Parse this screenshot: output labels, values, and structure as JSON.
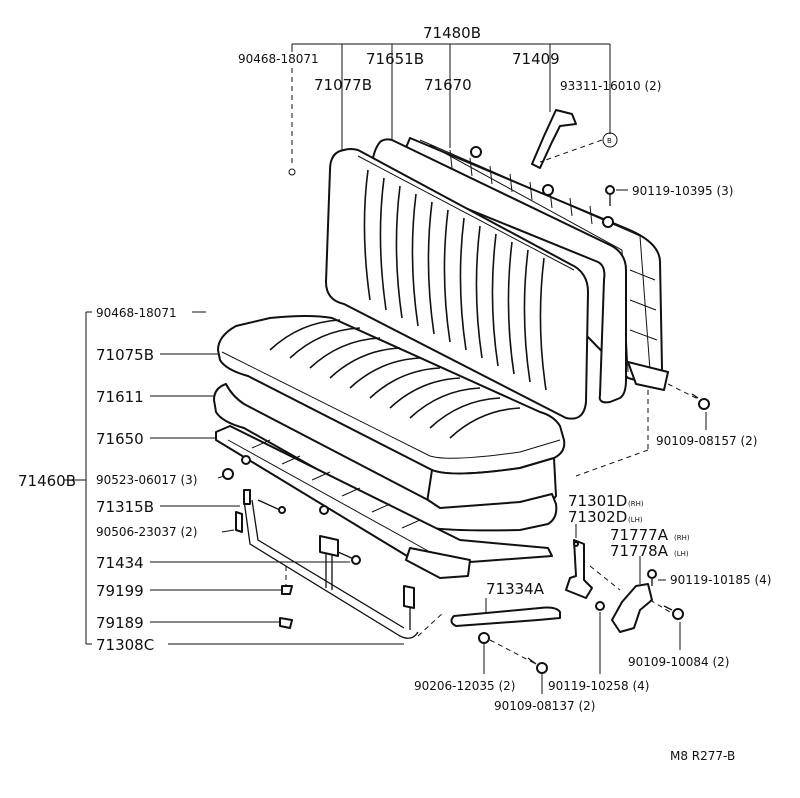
{
  "diagram": {
    "assembly_labels": {
      "backrest_assy": "71480B",
      "cushion_assy": "71460B"
    },
    "labels": {
      "p90468_top": "90468-18071",
      "p71651B": "71651B",
      "p71409": "71409",
      "p71077B": "71077B",
      "p71670": "71670",
      "p93311": "93311-16010 (2)",
      "ref_b": "B",
      "p90119_10395": "90119-10395 (3)",
      "p90468_left": "90468-18071",
      "p71075B": "71075B",
      "p71611": "71611",
      "p71650": "71650",
      "p90523": "90523-06017 (3)",
      "p71315B": "71315B",
      "p90506": "90506-23037 (2)",
      "p71434": "71434",
      "p79199": "79199",
      "p79189": "79189",
      "p71308C": "71308C",
      "p90109_08157": "90109-08157 (2)",
      "p71301D": "71301D",
      "p71301D_side": "(RH)",
      "p71302D": "71302D",
      "p71302D_side": "(LH)",
      "p71777A": "71777A",
      "p71777A_side": "(RH)",
      "p71778A": "71778A",
      "p71778A_side": "(LH)",
      "p90119_10185": "90119-10185 (4)",
      "p71334A": "71334A",
      "p90109_10084": "90109-10084 (2)",
      "p90206": "90206-12035 (2)",
      "p90119_10258": "90119-10258 (4)",
      "p90109_08137": "90109-08137 (2)"
    },
    "figure_code": "M8 R277-B"
  }
}
